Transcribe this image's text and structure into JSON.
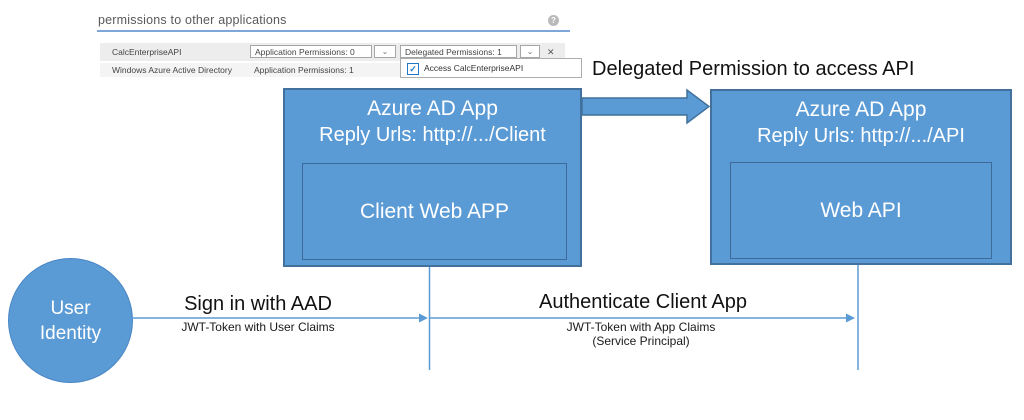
{
  "colors": {
    "shape_fill": "#5B9BD5",
    "shape_border": "#41719C",
    "inner_border": "#3E6A99",
    "connector": "#5B9BD5",
    "portal_underline": "#7da7d9",
    "checkbox_blue": "#1e7ac9"
  },
  "portal": {
    "section_title": "permissions to other applications",
    "help_glyph": "?",
    "chevron_glyph": "⌄",
    "close_glyph": "✕",
    "rows": [
      {
        "name": "CalcEnterpriseAPI",
        "application_permissions": "Application Permissions: 0",
        "delegated_permissions": "Delegated Permissions: 1"
      },
      {
        "name": "Windows Azure Active Directory",
        "application_permissions": "Application Permissions: 1"
      }
    ],
    "delegated_dropdown": {
      "check_glyph": "✓",
      "option_label": "Access CalcEnterpriseAPI"
    }
  },
  "diagram": {
    "delegated_arrow_label": "Delegated Permission to access API",
    "client_box": {
      "title": "Azure AD App",
      "subtitle": "Reply Urls: http://.../Client",
      "inner_label": "Client Web APP"
    },
    "api_box": {
      "title": "Azure AD App",
      "subtitle": "Reply Urls: http://.../API",
      "inner_label": "Web API"
    },
    "user_circle": {
      "line1": "User",
      "line2": "Identity"
    },
    "signin_arrow": {
      "title": "Sign in with AAD",
      "subtitle": "JWT-Token with User Claims"
    },
    "auth_arrow": {
      "title": "Authenticate Client App",
      "subtitle": "JWT-Token with App Claims",
      "subtitle2": "(Service Principal)"
    }
  }
}
